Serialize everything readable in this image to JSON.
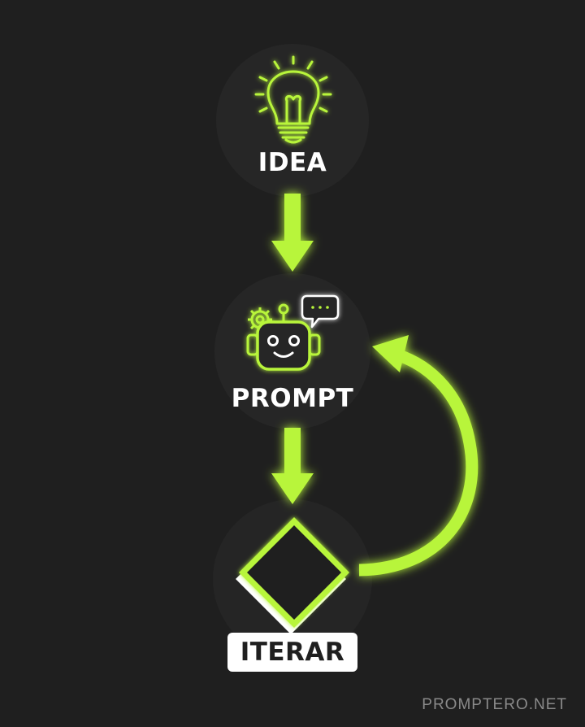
{
  "nodes": {
    "idea": {
      "label": "IDEA",
      "icon": "lightbulb-icon"
    },
    "prompt": {
      "label": "PROMPT",
      "icon": "robot-chat-icon"
    },
    "iterar": {
      "label": "ITERAR",
      "icon": "diamond-icon"
    }
  },
  "edges": [
    {
      "from": "IDEA",
      "to": "PROMPT"
    },
    {
      "from": "PROMPT",
      "to": "ITERAR"
    },
    {
      "from": "ITERAR",
      "to": "PROMPT"
    }
  ],
  "watermark": "PROMPTERO.NET",
  "colors": {
    "background": "#1f1f1f",
    "accent": "#b8f53a",
    "node_circle": "#262626",
    "text": "#ffffff",
    "watermark": "#8a8a8a"
  }
}
